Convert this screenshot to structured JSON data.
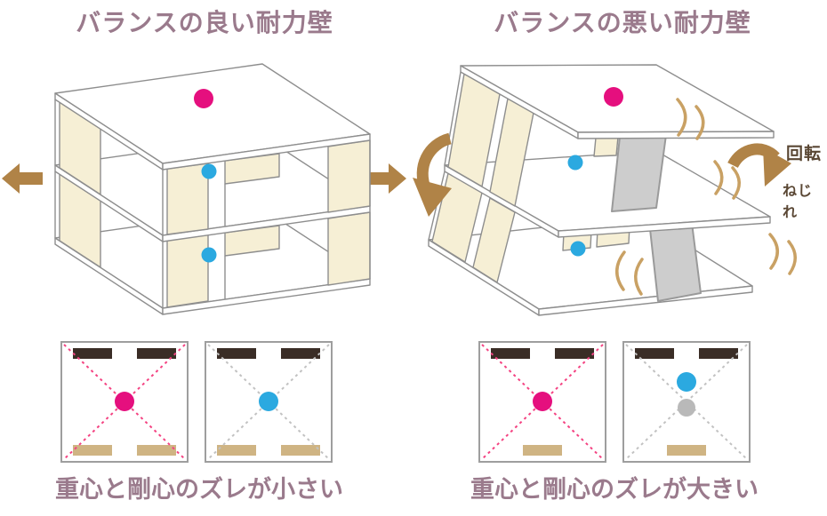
{
  "left_panel": {
    "title": "バランスの良い耐力壁",
    "caption": "重心と剛心のズレが小さい"
  },
  "right_panel": {
    "title": "バランスの悪い耐力壁",
    "caption": "重心と剛心のズレが大きい",
    "rotation_label": "回転",
    "twist_label": "ねじれ"
  },
  "colors": {
    "heading_text": "#9a7a8c",
    "center_of_gravity_pink": "#e50f7e",
    "center_of_rigidity_blue": "#2ba9e0",
    "shifted_center_gray": "#b9b9b9",
    "arrow_brown": "#b08347",
    "wall_cream": "#f6efd5",
    "failed_wall_gray": "#cdcdcd",
    "plan_dark_bar": "#3a2d26",
    "plan_tan_bar": "#cfb483",
    "annotation_brown": "#5a4734",
    "pink_dash": "#f44382",
    "gray_dash": "#c2c2c2",
    "vibration_tan": "#c9a164"
  }
}
